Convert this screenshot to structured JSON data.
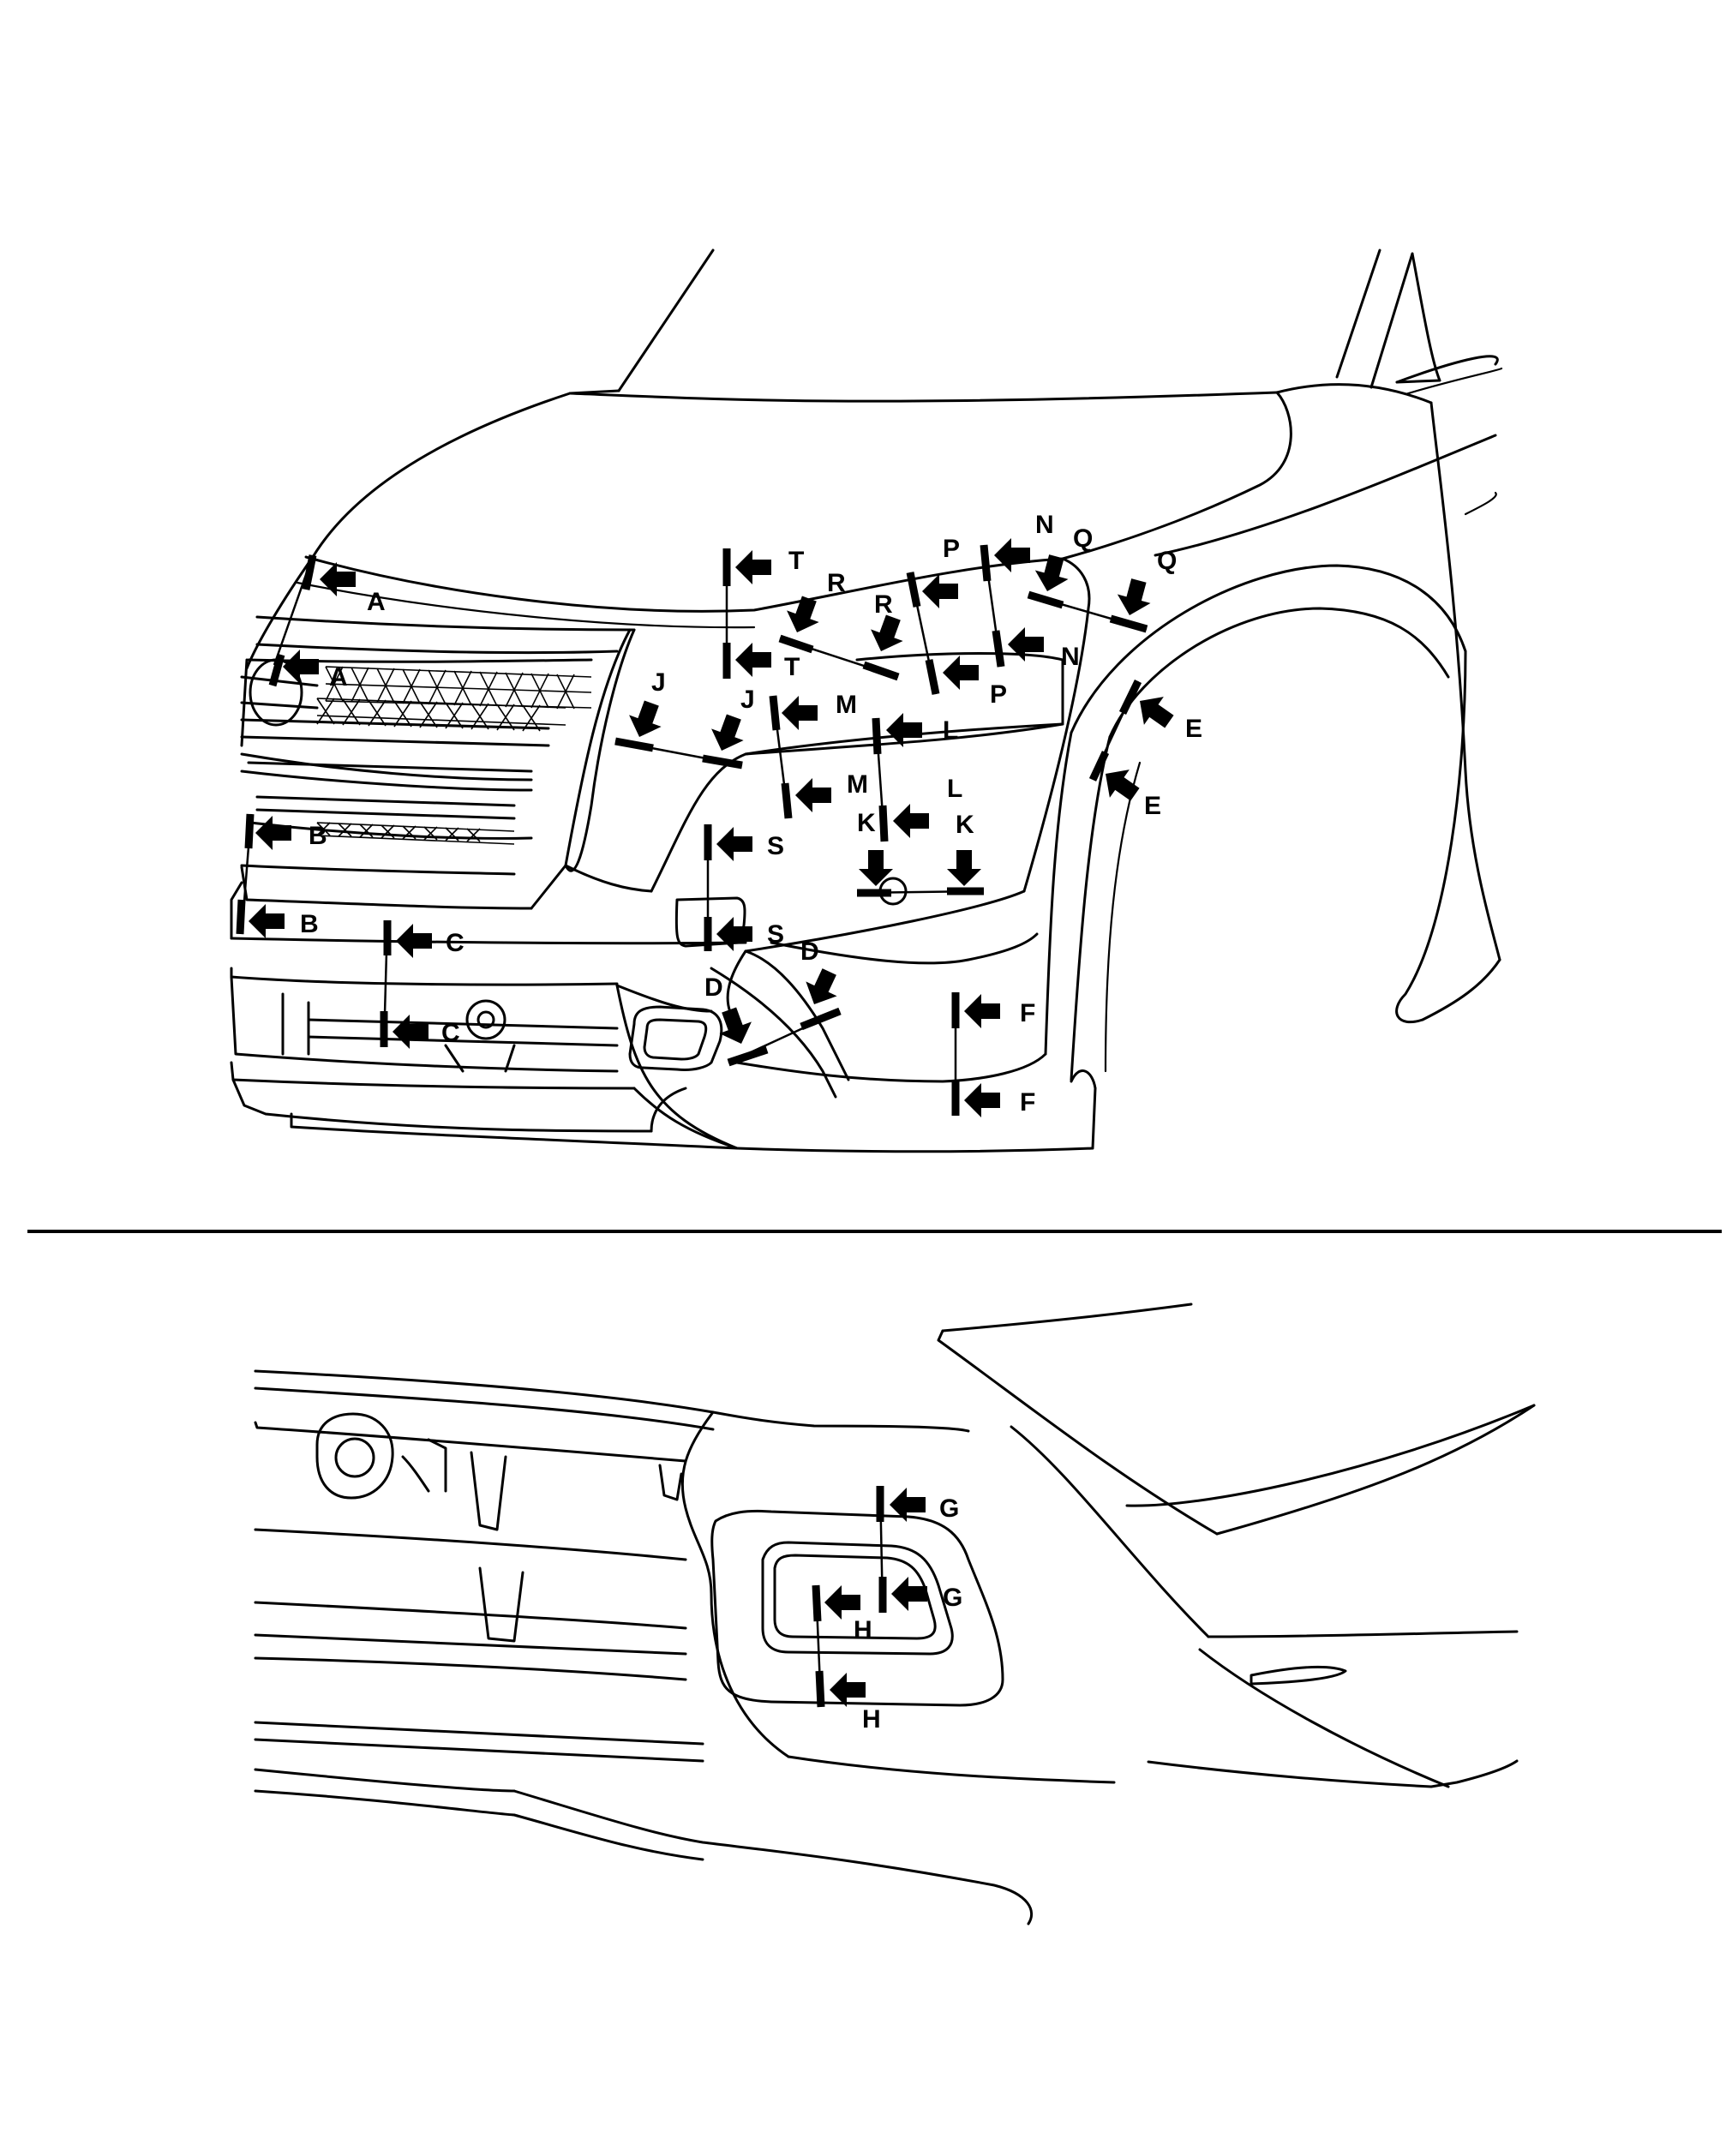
{
  "sections": {
    "top_view": {
      "callouts": [
        {
          "id": "A1",
          "label": "A"
        },
        {
          "id": "A2",
          "label": "A"
        },
        {
          "id": "B1",
          "label": "B"
        },
        {
          "id": "B2",
          "label": "B"
        },
        {
          "id": "C1",
          "label": "C"
        },
        {
          "id": "C2",
          "label": "C"
        },
        {
          "id": "D1",
          "label": "D"
        },
        {
          "id": "D2",
          "label": "D"
        },
        {
          "id": "E1",
          "label": "E"
        },
        {
          "id": "E2",
          "label": "E"
        },
        {
          "id": "F1",
          "label": "F"
        },
        {
          "id": "F2",
          "label": "F"
        },
        {
          "id": "J1",
          "label": "J"
        },
        {
          "id": "J2",
          "label": "J"
        },
        {
          "id": "K1",
          "label": "K"
        },
        {
          "id": "K2",
          "label": "K"
        },
        {
          "id": "L1",
          "label": "L"
        },
        {
          "id": "L2",
          "label": "L"
        },
        {
          "id": "M1",
          "label": "M"
        },
        {
          "id": "M2",
          "label": "M"
        },
        {
          "id": "N1",
          "label": "N"
        },
        {
          "id": "N2",
          "label": "N"
        },
        {
          "id": "P1",
          "label": "P"
        },
        {
          "id": "P2",
          "label": "P"
        },
        {
          "id": "Q1",
          "label": "Q"
        },
        {
          "id": "Q2",
          "label": "Q"
        },
        {
          "id": "R1",
          "label": "R"
        },
        {
          "id": "R2",
          "label": "R"
        },
        {
          "id": "S1",
          "label": "S"
        },
        {
          "id": "S2",
          "label": "S"
        },
        {
          "id": "T1",
          "label": "T"
        },
        {
          "id": "T2",
          "label": "T"
        }
      ]
    },
    "bottom_view": {
      "callouts": [
        {
          "id": "G1",
          "label": "G"
        },
        {
          "id": "G2",
          "label": "G"
        },
        {
          "id": "H1",
          "label": "H"
        },
        {
          "id": "H2",
          "label": "H"
        }
      ]
    }
  }
}
